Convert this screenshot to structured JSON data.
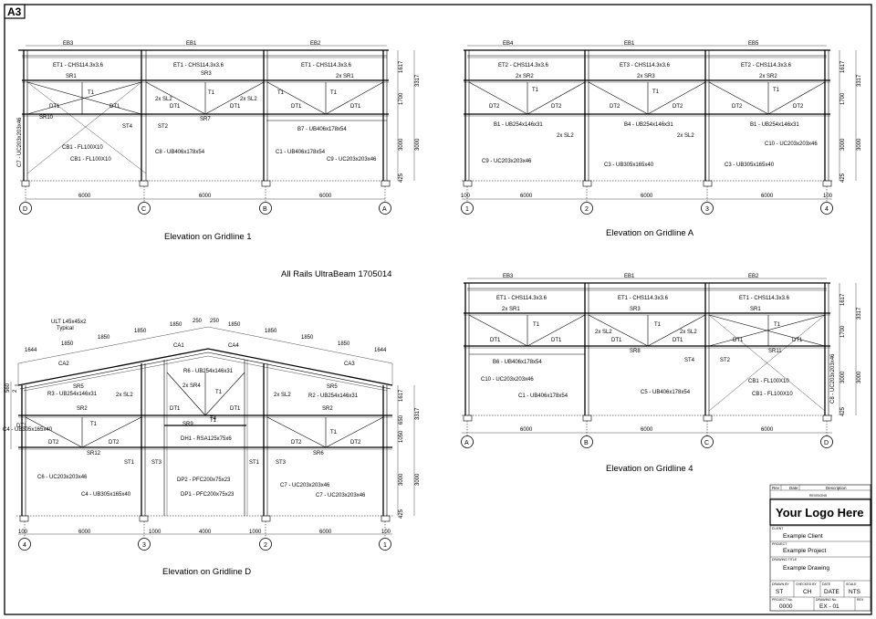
{
  "sheet": {
    "size": "A3",
    "rails_note": "All Rails UltraBeam 1705014"
  },
  "elevations": {
    "gl1": {
      "title": "Elevation on Gridline 1",
      "grids": [
        "D",
        "C",
        "B",
        "A"
      ],
      "spans": [
        "6000",
        "6000",
        "6000"
      ],
      "heights": [
        "1617",
        "1700",
        "3317",
        "3000",
        "3000",
        "425"
      ],
      "members": [
        "EB3",
        "EB1",
        "EB2",
        "ET1 - CHS114.3x3.6",
        "ET1 - CHS114.3x3.6",
        "ET1 - CHS114.3x3.6",
        "SR1",
        "T1",
        "SR3",
        "2x SR1",
        "T1",
        "2x SL2",
        "T1",
        "2x SL2",
        "T1",
        "DT1",
        "DT1",
        "DT1",
        "DT1",
        "DT1",
        "DT1",
        "SR10",
        "ST4",
        "ST2",
        "SR7",
        "B7 - UB406x178x54",
        "CB1 - FL100X10",
        "CB1 - FL100X10",
        "C8 - UB406x178x54",
        "C1 - UB406x178x54",
        "C9 - UC203x203x46",
        "C7 - UC203x203x46"
      ]
    },
    "glA": {
      "title": "Elevation on Gridline A",
      "grids": [
        "1",
        "2",
        "3",
        "4"
      ],
      "spans": [
        "6000",
        "6000",
        "6000"
      ],
      "edge_dims": [
        "100",
        "100"
      ],
      "heights": [
        "1617",
        "1700",
        "3317",
        "3000",
        "3000",
        "425"
      ],
      "members": [
        "EB4",
        "EB1",
        "EB5",
        "ET2 - CHS114.3x3.6",
        "ET3 - CHS114.3x3.6",
        "ET2 - CHS114.3x3.6",
        "2x SR2",
        "2x SR3",
        "2x SR2",
        "T1",
        "T1",
        "T1",
        "DT2",
        "DT2",
        "DT2",
        "DT2",
        "DT2",
        "DT2",
        "B1 - UB254x146x31",
        "B4 - UB254x146x31",
        "B1 - UB254x146x31",
        "2x SL2",
        "2x SL2",
        "C9 - UC203x203x46",
        "C3 - UB305x165x40",
        "C3 - UB305x165x40",
        "C10 - UC203x203x46"
      ]
    },
    "gl4": {
      "title": "Elevation on Gridline 4",
      "grids": [
        "A",
        "B",
        "C",
        "D"
      ],
      "spans": [
        "6000",
        "6000",
        "6000"
      ],
      "heights": [
        "1617",
        "1700",
        "3317",
        "3000",
        "3000",
        "425"
      ],
      "members": [
        "EB3",
        "EB1",
        "EB2",
        "ET1 - CHS114.3x3.6",
        "ET1 - CHS114.3x3.6",
        "ET1 - CHS114.3x3.6",
        "2x SR1",
        "SR3",
        "SR1",
        "T1",
        "T1",
        "T1",
        "2x SL2",
        "2x SL2",
        "DT1",
        "DT1",
        "DT1",
        "DT1",
        "DT1",
        "DT1",
        "SR8",
        "SR11",
        "ST4",
        "ST2",
        "B6 - UB406x178x54",
        "C10 - UC203x203x46",
        "C1 - UB406x178x54",
        "C5 - UB406x178x54",
        "CB1 - FL100X10",
        "CB1 - FL100X10",
        "C8 - UC203x203x46"
      ]
    },
    "glD": {
      "title": "Elevation on Gridline D",
      "grids": [
        "4",
        "3",
        "2",
        "1"
      ],
      "spans": [
        "6000",
        "1000",
        "4000",
        "1000",
        "6000"
      ],
      "edge_dims": [
        "100",
        "100"
      ],
      "heights": [
        "1617",
        "650",
        "3317",
        "1050",
        "3000",
        "3000",
        "425"
      ],
      "side_dims": [
        "560",
        "650",
        "1050",
        "2"
      ],
      "rafter_dims": [
        "1644",
        "1850",
        "1850",
        "1850",
        "1850",
        "250",
        "250",
        "1850",
        "1850",
        "1850",
        "1850",
        "1644"
      ],
      "members": [
        "ULT L45x45x2",
        "Typical",
        "CA2",
        "CA1",
        "CA4",
        "CA3",
        "SR5",
        "SR5",
        "R3 - UB254x146x31",
        "R6 - UB254x146x31",
        "R2 - UB254x146x31",
        "2x SL2",
        "2x SR4",
        "2x SL2",
        "SR2",
        "SR2",
        "T1",
        "T1",
        "T1",
        "T1",
        "DT1",
        "DT1",
        "DT1",
        "DT2",
        "DT2",
        "DT2",
        "DT2",
        "SR9",
        "T4",
        "SR12",
        "SR6",
        "ST1",
        "ST3",
        "ST1",
        "ST3",
        "DH1 - RSA125x75x6",
        "DP2 - PFC200x75x23",
        "DP1 - PFC200x75x23",
        "C6 - UC203x203x46",
        "C4 - UB305x165x40",
        "C4 - UB305x165x40",
        "C7 - UC203x203x46"
      ]
    }
  },
  "title_block": {
    "rev_headers": [
      "Rev",
      "Date",
      "Description"
    ],
    "revisions_label": "REVISIONS",
    "logo": "Your Logo Here",
    "client_label": "CLIENT",
    "client": "Example Client",
    "project_label": "PROJECT",
    "project": "Example Project",
    "drawing_title_label": "DRAWING TITLE",
    "drawing_title": "Example Drawing",
    "drawn_by_label": "DRAWN BY",
    "drawn_by": "ST",
    "checked_by_label": "CHECKED BY",
    "checked_by": "CH",
    "date_label": "DATE",
    "date": "DATE",
    "scale_label": "SCALE",
    "scale": "NTS",
    "project_no_label": "PROJECT No.",
    "project_no": "0000",
    "drawing_no_label": "DRAWING No.",
    "drawing_no": "EX - 01",
    "rev_label": "REV",
    "rev": ""
  }
}
